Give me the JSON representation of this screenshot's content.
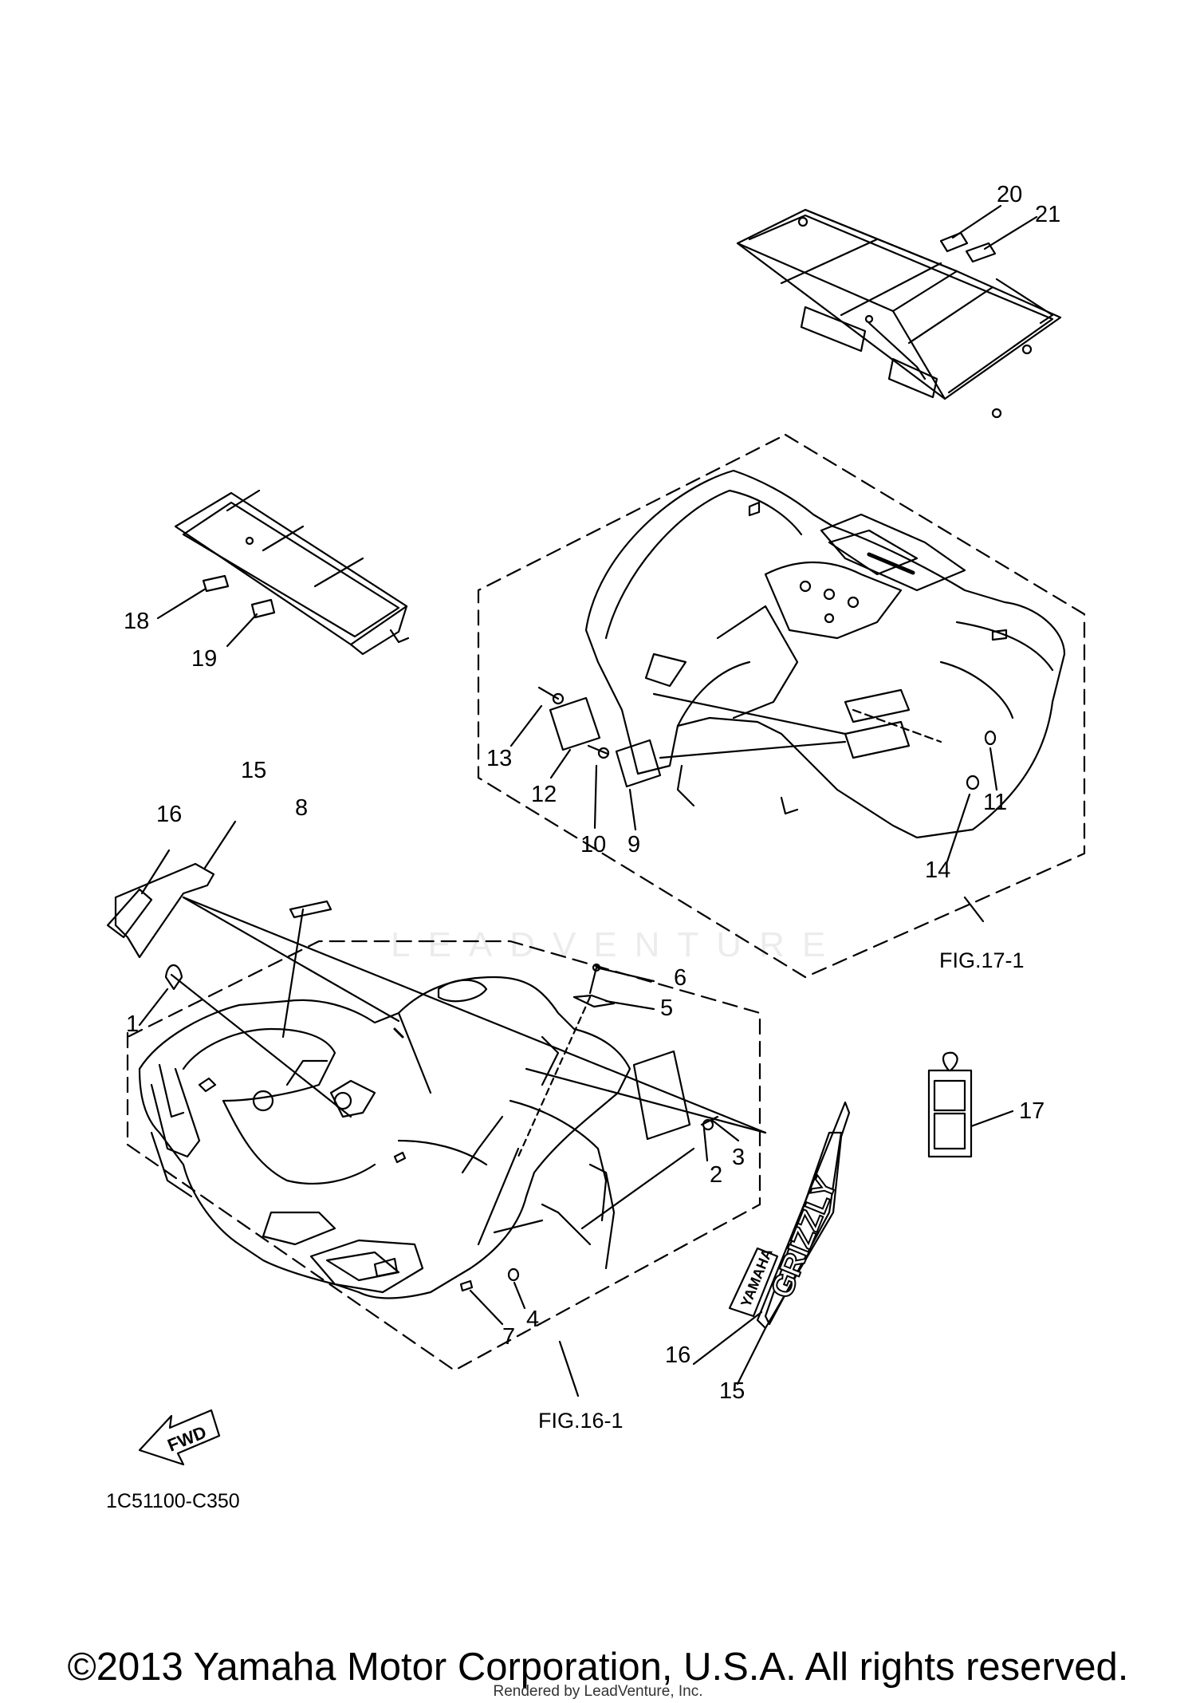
{
  "figure_code": "1C51100-C350",
  "fig_refs": {
    "front": "FIG.16-1",
    "rear": "FIG.17-1"
  },
  "fwd_label": "FWD",
  "watermark": "LEADVENTURE",
  "decal_text": {
    "yamaha": "YAMAHA",
    "grizzly": "GRIZZLY"
  },
  "callouts": {
    "c1": "1",
    "c2": "2",
    "c3": "3",
    "c4": "4",
    "c5": "5",
    "c6": "6",
    "c7": "7",
    "c8": "8",
    "c9": "9",
    "c10": "10",
    "c11": "11",
    "c12": "12",
    "c13": "13",
    "c14": "14",
    "c15a": "15",
    "c15b": "15",
    "c16a": "16",
    "c16b": "16",
    "c17": "17",
    "c18": "18",
    "c19": "19",
    "c20": "20",
    "c21": "21"
  },
  "copyright": "©2013 Yamaha Motor Corporation, U.S.A. All rights reserved.",
  "rendered_by": "Rendered by LeadVenture, Inc."
}
